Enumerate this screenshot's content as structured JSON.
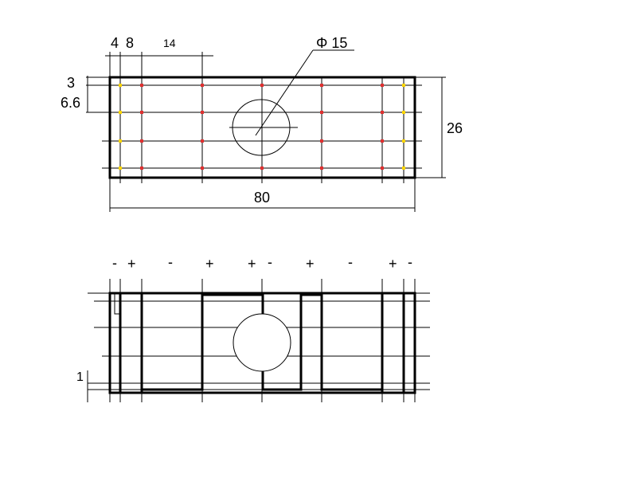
{
  "top_view": {
    "dim_4": "4",
    "dim_8": "8",
    "dim_14": "14",
    "dim_3": "3",
    "dim_6_6": "6.6",
    "dim_26": "26",
    "dim_80": "80",
    "dim_hole": "Φ 15"
  },
  "bottom_view": {
    "signs": [
      "-",
      "+",
      "-",
      "+",
      "+",
      "-",
      "+",
      "-",
      "+",
      "-"
    ],
    "dim_1": "1"
  },
  "colors": {
    "edge_point": "#ffd700",
    "inner_point": "#e03030",
    "line": "#000000"
  }
}
